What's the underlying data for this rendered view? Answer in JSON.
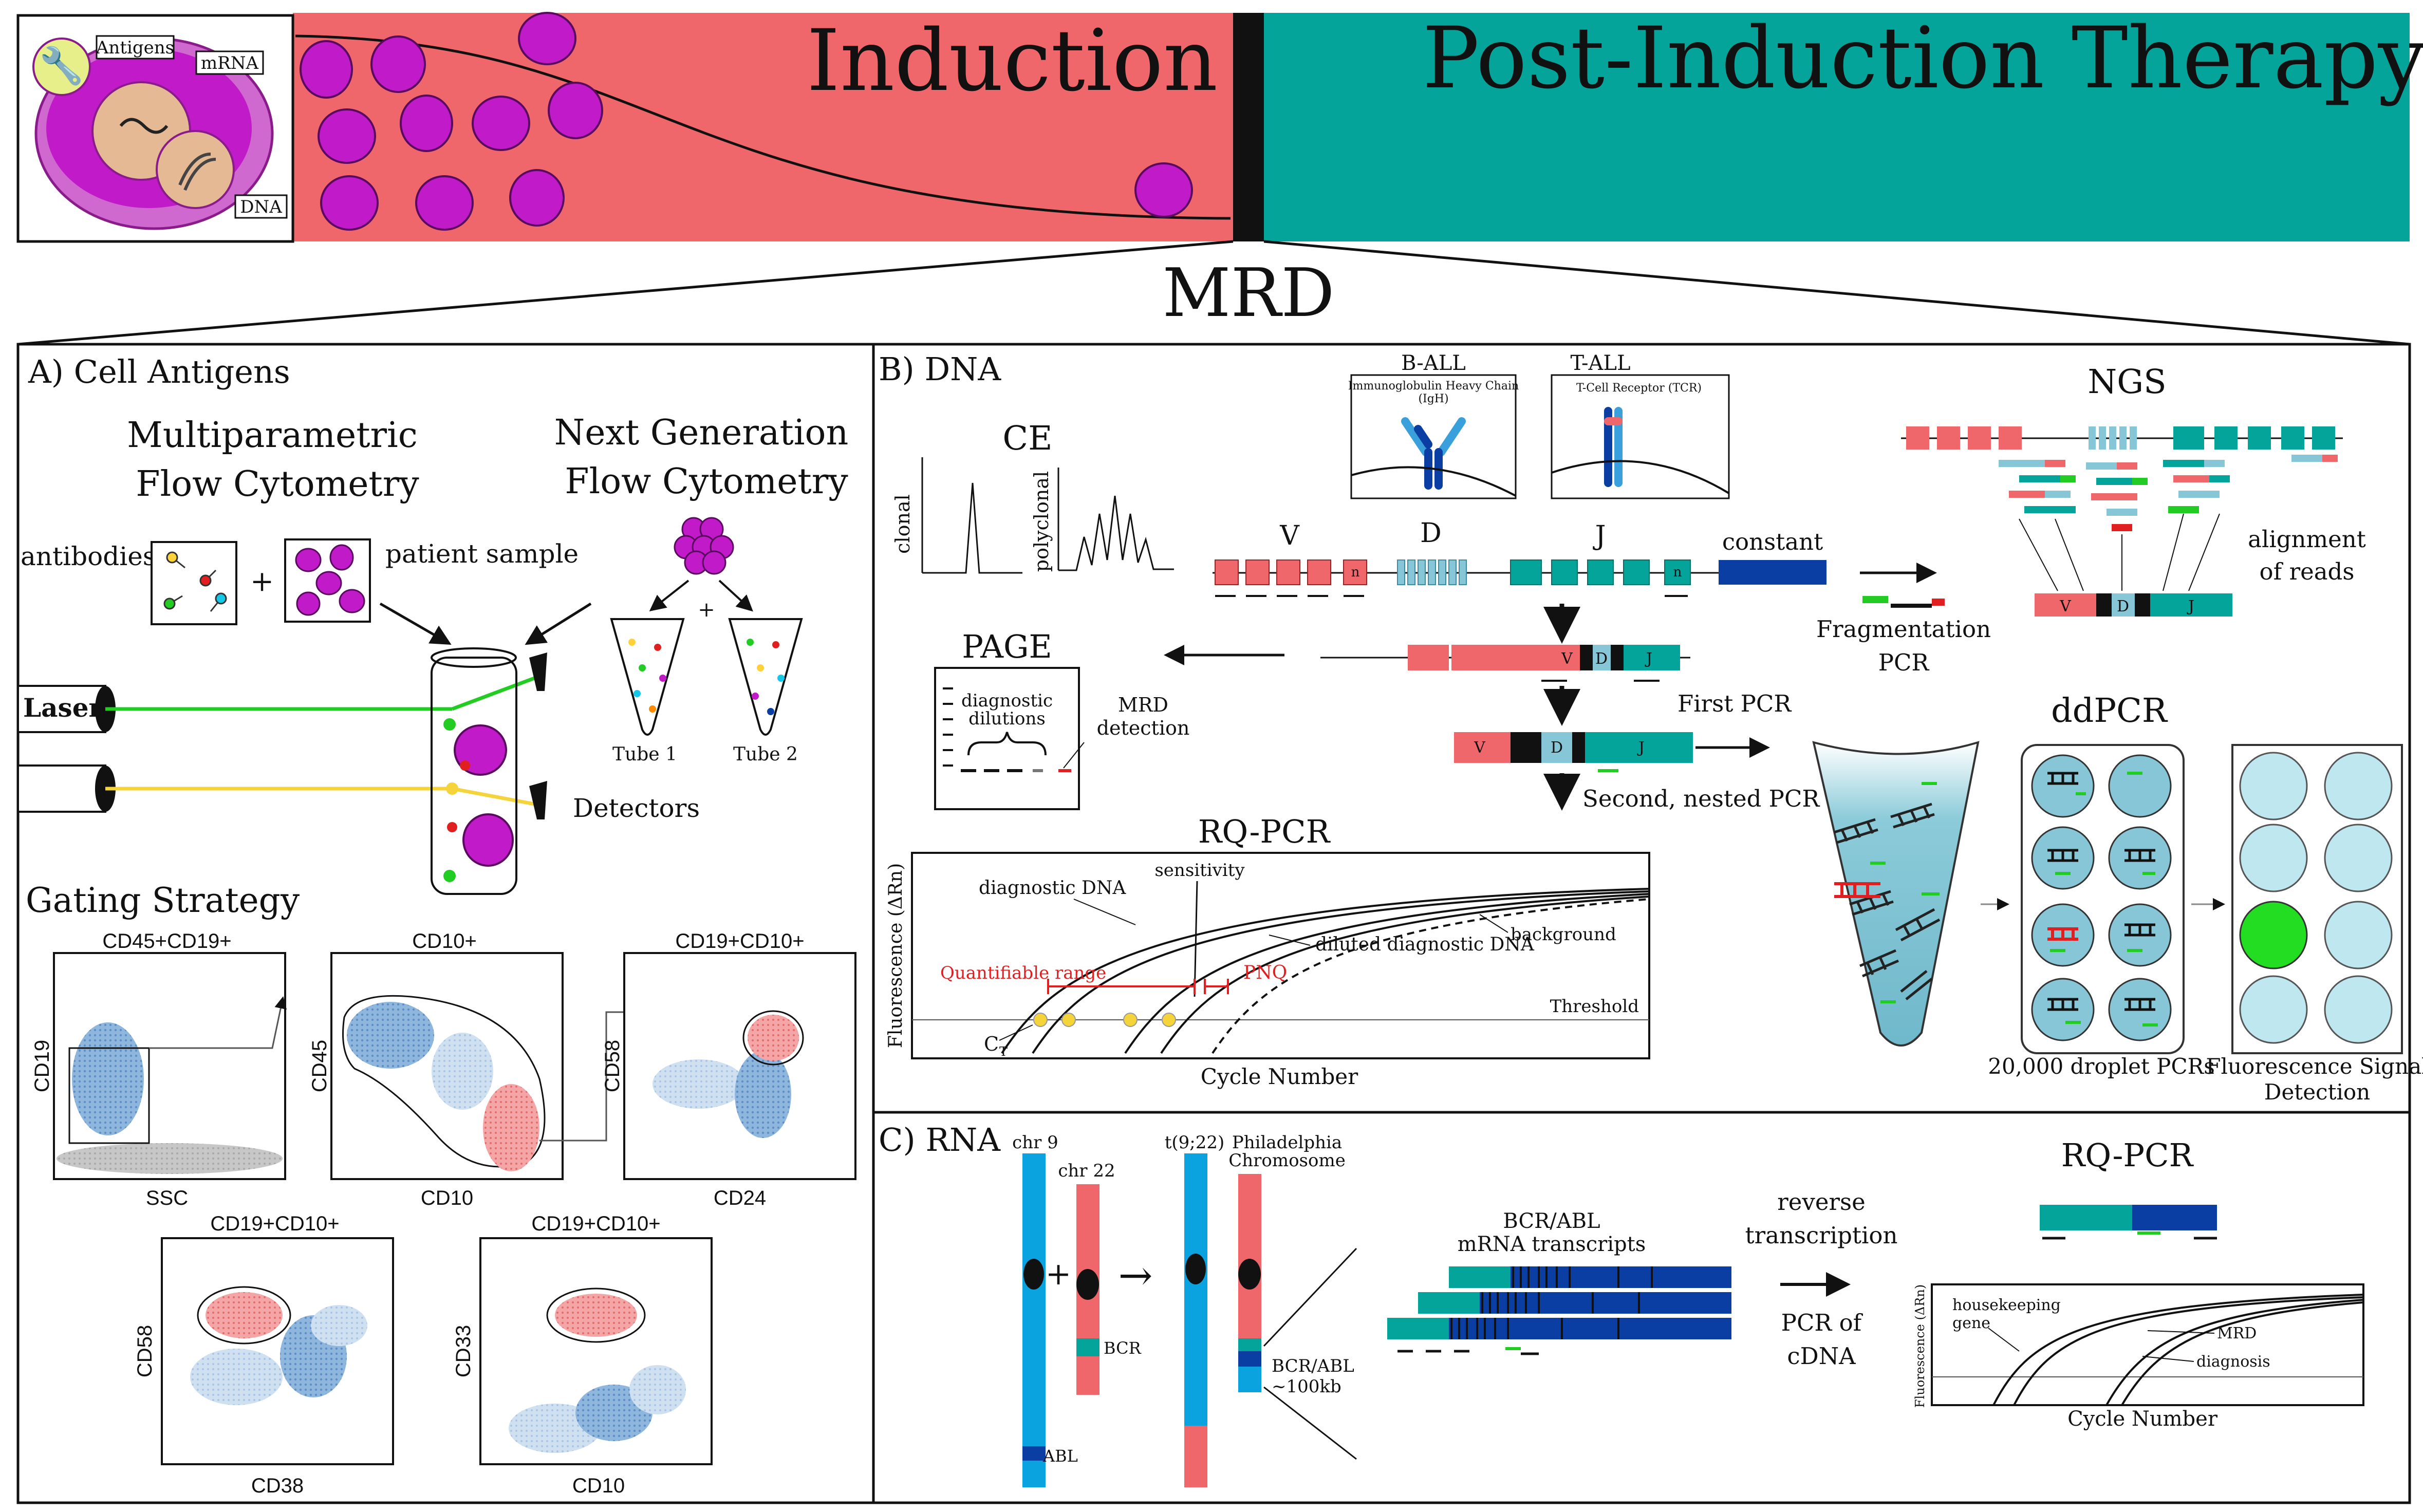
{
  "header": {
    "cell_labels": {
      "antigens": "Antigens",
      "mrna": "mRNA",
      "dna": "DNA"
    },
    "induction_title": "Induction",
    "post_title": "Post-Induction Therapy",
    "mrd_title": "MRD",
    "colors": {
      "induction": "#f0676b",
      "post": "#04a49a",
      "blast": "#c11bc9"
    }
  },
  "panel_a": {
    "title": "A) Cell Antigens",
    "mfc_line1": "Multiparametric",
    "mfc_line2": "Flow Cytometry",
    "ngf_line1": "Next Generation",
    "ngf_line2": "Flow Cytometry",
    "antibodies": "antibodies",
    "plus": "+",
    "patient_sample": "patient sample",
    "laser": "Laser",
    "detectors": "Detectors",
    "tube1": "Tube 1",
    "tube2": "Tube 2",
    "gating_title": "Gating Strategy",
    "plots": [
      {
        "title": "CD45+CD19+",
        "ylabel": "CD19",
        "xlabel": "SSC"
      },
      {
        "title": "CD10+",
        "ylabel": "CD45",
        "xlabel": "CD10"
      },
      {
        "title": "CD19+CD10+",
        "ylabel": "CD58",
        "xlabel": "CD24"
      },
      {
        "title": "CD19+CD10+",
        "ylabel": "CD58",
        "xlabel": "CD38"
      },
      {
        "title": "CD19+CD10+",
        "ylabel": "CD33",
        "xlabel": "CD10"
      }
    ]
  },
  "panel_b": {
    "title": "B) DNA",
    "ce_title": "CE",
    "ce_clonal": "clonal",
    "ce_polyclonal": "polyclonal",
    "ball_title": "B-ALL",
    "ball_sub1": "Immunoglobulin Heavy Chain",
    "ball_sub2": "(IgH)",
    "tall_title": "T-ALL",
    "tall_sub": "T-Cell Receptor (TCR)",
    "seg_v": "V",
    "seg_d": "D",
    "seg_j": "J",
    "seg_n": "n",
    "constant": "constant",
    "ngs_title": "NGS",
    "alignment_1": "alignment",
    "alignment_2": "of reads",
    "fragmentation_1": "Fragmentation",
    "fragmentation_2": "PCR",
    "page_title": "PAGE",
    "page_diag_1": "diagnostic",
    "page_diag_2": "dilutions",
    "mrd_det_1": "MRD",
    "mrd_det_2": "detection",
    "first_pcr": "First PCR",
    "second_pcr": "Second, nested PCR",
    "ddpcr_title": "ddPCR",
    "droplet_label": "20,000 droplet PCRs",
    "fluor_1": "Fluorescence Signal",
    "fluor_2": "Detection",
    "rq_title": "RQ-PCR",
    "rq_ylabel": "Fluorescence (ΔRn)",
    "rq_xlabel": "Cycle Number",
    "rq_diag_dna": "diagnostic DNA",
    "rq_sensitivity": "sensitivity",
    "rq_diluted": "diluted diagnostic DNA",
    "rq_background": "background",
    "rq_quant": "Quantifiable range",
    "rq_pnq": "PNQ",
    "rq_threshold": "Threshold",
    "rq_ct": "C",
    "rq_ct_sub": "T"
  },
  "panel_c": {
    "title": "C) RNA",
    "chr9": "chr 9",
    "chr22": "chr 22",
    "t922": "t(9;22)",
    "ph_1": "Philadelphia",
    "ph_2": "Chromosome",
    "bcr": "BCR",
    "abl": "ABL",
    "plus": "+",
    "bcrabl_label_1": "BCR/ABL",
    "bcrabl_label_2": "~100kb",
    "mrna_1": "BCR/ABL",
    "mrna_2": "mRNA transcripts",
    "rt_1": "reverse",
    "rt_2": "transcription",
    "pcr_cdna_1": "PCR of",
    "pcr_cdna_2": "cDNA",
    "rq_title": "RQ-PCR",
    "hk_1": "housekeeping",
    "hk_2": "gene",
    "mrd": "MRD",
    "diagnosis": "diagnosis",
    "ylabel": "Fluorescence (ΔRn)",
    "xlabel": "Cycle Number"
  },
  "colors": {
    "salmon": "#f0676b",
    "teal": "#04a49a",
    "navy": "#0a3ea3",
    "skyblue": "#0aa3df",
    "lightblue": "#86c6d6",
    "green": "#22cc22",
    "red": "#e02020"
  }
}
